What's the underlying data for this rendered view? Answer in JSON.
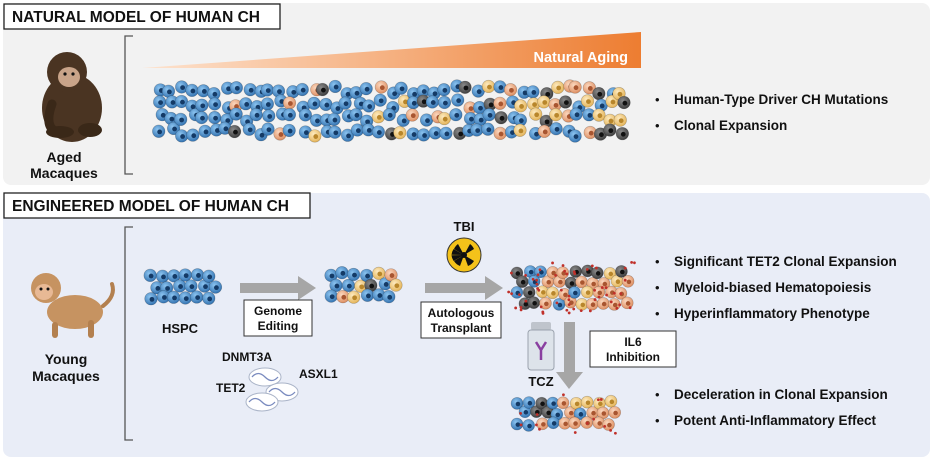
{
  "natural": {
    "heading": "NATURAL MODEL OF HUMAN CH",
    "subject_line1": "Aged",
    "subject_line2": "Macaques",
    "aging_label": "Natural Aging",
    "bullets": [
      "Human-Type Driver CH Mutations",
      "Clonal Expansion"
    ]
  },
  "engineered": {
    "heading": "ENGINEERED MODEL OF HUMAN CH",
    "subject_line1": "Young",
    "subject_line2": "Macaques",
    "hspc_label": "HSPC",
    "genome_editing_line1": "Genome",
    "genome_editing_line2": "Editing",
    "genes": [
      "DNMT3A",
      "ASXL1",
      "TET2"
    ],
    "tbi_label": "TBI",
    "transplant_line1": "Autologous",
    "transplant_line2": "Transplant",
    "il6_line1": "IL6",
    "il6_line2": "Inhibition",
    "drug_label": "TCZ",
    "bullets_top": [
      "Significant TET2 Clonal Expansion",
      "Myeloid-biased Hematopoiesis",
      "Hyperinflammatory Phenotype"
    ],
    "bullets_bottom": [
      "Deceleration in Clonal Expansion",
      "Potent Anti-Inflammatory Effect"
    ]
  },
  "colors": {
    "top_panel_bg": "#f2f2f2",
    "bottom_panel_bg": "#e9edf7",
    "aging_orange": "#ed7d31",
    "blue_cell": "#3a86c8",
    "orange_cell": "#eba77f",
    "yellow_cell": "#f3cf78",
    "dark_cell": "#555555",
    "arrow_gray": "#a6a6a6",
    "inflammation_red": "#c0302a"
  }
}
